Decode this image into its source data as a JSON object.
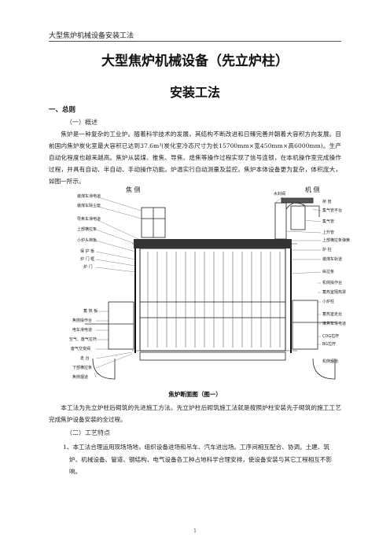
{
  "header": {
    "running_title": "大型焦炉机械设备安装工法"
  },
  "title": {
    "line1": "大型焦炉机械设备（先立炉柱）",
    "line2": "安装工法"
  },
  "section1": {
    "heading": "一、总则",
    "sub1": "（一）概述",
    "para1": "焦炉是一种复杂的工业炉。随着科学技术的发展，其结构不断改进和日臻完善并朝着大容积方向发展。目前国内焦炉炭化室最大容积已达到37.6m³(炭化室冷态尺寸为长15700mm×宽450mm×高6000mm)。生产自动化程度也越来越高。焦炉从装煤、推焦、导焦、熄焦等操作过程实现了信号连锁，在本机操作室完成操作过程，并具有自动、半自动、手动操作功能。炉温实行自动测量及监控。焦炉本体设备更为复杂，体积庞大，如图一所示。"
  },
  "figure": {
    "side_left": "焦 侧",
    "side_right": "机 侧",
    "caption": "焦炉断面图（图一）",
    "labels_left": [
      "装煤车滑电道",
      "装煤车除尘管",
      "导焦车滑电道",
      "上部横拉条",
      "小炉头档板",
      "保 护 板",
      "炉 门 框",
      "炉 门",
      "蓄 热 板",
      "焦侧操作台",
      "电车滑电道",
      "空气、废气拉杆",
      "废气交变阀",
      "走 台",
      "下部横拉条",
      "焦侧烟道"
    ],
    "labels_right": [
      "水封阀",
      "桥 管",
      "集气管平台",
      "集气管",
      "上升管",
      "上部横拉条弹簧",
      "炉 柱",
      "装煤车轨道",
      "纵拉条",
      "机侧操作台",
      "蓄热室隔热罩",
      "小炉柱",
      "蓄热室走台",
      "推焦车滑电道",
      "COG拉杆",
      "BG拉杆",
      "机侧烟道"
    ]
  },
  "para2": "本工法为先立炉柱后砌筑的先进施工方法。先立炉柱后砌筑施工法就是按照炉柱安装先于砌筑的施工工艺完成焦炉设备安装的全过程。",
  "sub2": "（二）工艺特点",
  "list": [
    {
      "num": "1、",
      "text": "本工法合理运用现场场地，组织设备进场和吊车、汽车进出场。工序间相互配合、协调。土建、筑炉、机械设备、管道、钢结构、电气设备各工种占地科学合理安排，使设备安装与其它工程相互不影响。"
    }
  ],
  "page_number": "1"
}
